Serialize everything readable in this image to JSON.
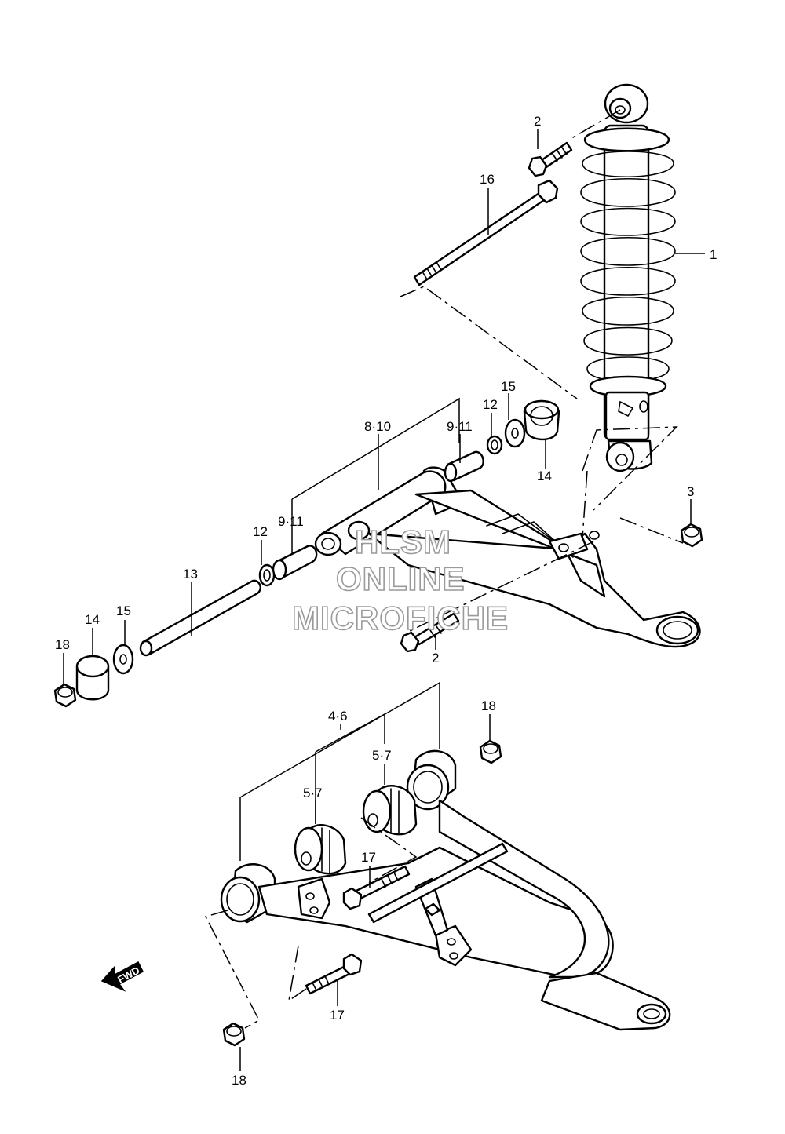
{
  "callouts": {
    "c1": "1",
    "c2_top": "2",
    "c2_mid": "2",
    "c3": "3",
    "c4_6": "4·6",
    "c5_7_left": "5·7",
    "c5_7_right": "5·7",
    "c8_10": "8·10",
    "c9_11_left": "9·11",
    "c9_11_right": "9·11",
    "c12_left": "12",
    "c12_right": "12",
    "c13": "13",
    "c14_left": "14",
    "c14_right": "14",
    "c15_left": "15",
    "c15_right": "15",
    "c16": "16",
    "c17_top": "17",
    "c17_bottom": "17",
    "c18_left": "18",
    "c18_right": "18",
    "c18_bottom": "18"
  },
  "watermark": {
    "line1": "HLSM",
    "line2": "ONLINE",
    "line3": "MICROFICHE"
  },
  "fwd_arrow": {
    "label": "FWD",
    "icon": "fwd-arrow-icon"
  },
  "colors": {
    "line": "#000000",
    "background": "#ffffff",
    "watermark_outline": "#9a9a9a"
  }
}
